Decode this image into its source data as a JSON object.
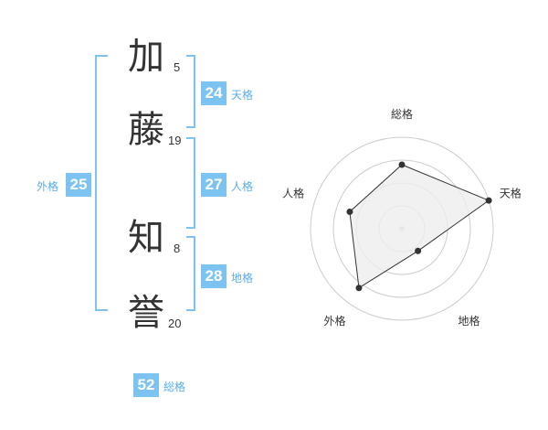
{
  "name": {
    "chars": [
      {
        "char": "加",
        "strokes": "5"
      },
      {
        "char": "藤",
        "strokes": "19"
      },
      {
        "char": "知",
        "strokes": "8"
      },
      {
        "char": "誉",
        "strokes": "20"
      }
    ]
  },
  "kaku": {
    "tenkaku": {
      "value": "24",
      "label": "天格"
    },
    "jinkaku": {
      "value": "27",
      "label": "人格"
    },
    "chikaku": {
      "value": "28",
      "label": "地格"
    },
    "gaikaku": {
      "value": "25",
      "label": "外格"
    },
    "soukaku": {
      "value": "52",
      "label": "総格"
    }
  },
  "colors": {
    "accent": "#7cc3f2",
    "accent_text": "#58aee8",
    "radar_fill": "#eeeeee",
    "radar_line": "#333333"
  },
  "chart_data": {
    "type": "radar",
    "axes": [
      "総格",
      "天格",
      "地格",
      "外格",
      "人格"
    ],
    "values": [
      0.7,
      1.0,
      0.3,
      0.8,
      0.6
    ],
    "range": [
      0,
      1
    ],
    "rings": 4
  }
}
